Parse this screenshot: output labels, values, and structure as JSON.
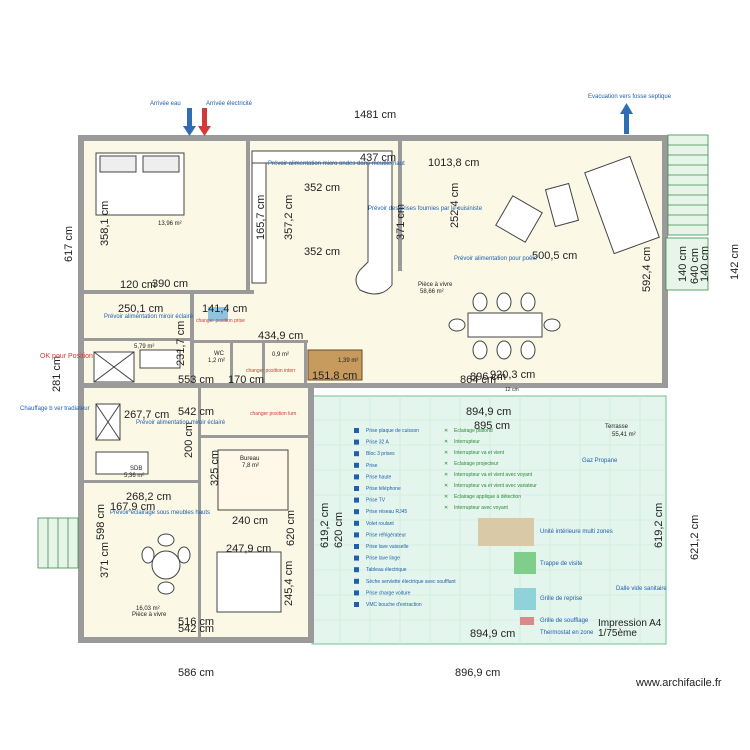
{
  "colors": {
    "wall": "#9a9a9a",
    "floor": "#fbf8e6",
    "terrace": "#e3f5ec",
    "grid": "#b8e3cb",
    "legend_blue": "#1f5fae",
    "legend_green": "#2a8a3a",
    "pipe_blue": "#2f6db5",
    "pipe_red": "#d23a3a",
    "stairs": "#7fbf8a"
  },
  "top": {
    "water_arrival": "Arrivée eau",
    "elec_arrival": "Arrivée électricité",
    "septic": "Evacuation vers fosse septique",
    "width_label": "1481 cm"
  },
  "dims": {
    "bottom_left": "586 cm",
    "bottom_right": "896,9 cm",
    "left_top": "617 cm",
    "left_mid": "281 cm",
    "left_bottom": "598 cm",
    "right_top": "142 cm",
    "right_bottom": "621,2 cm",
    "stair_w": "140 cm",
    "stair_h": "140 cm",
    "stair_inner": "640 cm",
    "room_358": "358,1 cm",
    "room_390": "390 cm",
    "room_120": "120 cm",
    "room_250": "250,1 cm",
    "room_141": "141,4 cm",
    "room_231": "231,7 cm",
    "room_170": "170 cm",
    "room_553": "553 cm",
    "room_434": "434,9 cm",
    "room_151": "151,8 cm",
    "room_352a": "352 cm",
    "room_352b": "352 cm",
    "room_357": "357,2 cm",
    "room_165": "165,7 cm",
    "room_437": "437 cm",
    "room_1013": "1013,8 cm",
    "room_252": "252,4 cm",
    "room_371a": "371 cm",
    "room_500": "500,5 cm",
    "room_592": "592,4 cm",
    "room_896": "896 cm",
    "room_920": "920,3 cm",
    "room_864": "864 cm",
    "room_267": "267,7 cm",
    "room_542a": "542 cm",
    "room_200": "200 cm",
    "room_268": "268,2 cm",
    "room_167": "167,9 cm",
    "room_325": "325 cm",
    "room_240": "240 cm",
    "room_247": "247,9 cm",
    "room_620a": "620 cm",
    "room_371b": "371 cm",
    "room_245": "245,4 cm",
    "room_516": "516 cm",
    "room_542b": "542 cm",
    "terr_894a": "894,9 cm",
    "terr_895": "895 cm",
    "terr_619a": "619,2 cm",
    "terr_620": "620 cm",
    "terr_619b": "619,2 cm",
    "terr_894b": "894,9 cm",
    "small_12": "12 cm"
  },
  "rooms": {
    "ch1_area": "13,96 m²",
    "sdb1_area": "5,79 m²",
    "wc_name": "WC",
    "wc_area": "1,2 m²",
    "rm09": "0,9 m²",
    "rm139": "1,39 m²",
    "piece_vivre_name": "Pièce à vivre",
    "piece_vivre_area": "58,66 m²",
    "terrasse_name": "Terrasse",
    "terrasse_area": "55,41 m²",
    "bureau_name": "Bureau",
    "bureau_area": "7,8 m²",
    "sdb2_name": "SDB",
    "sdb2_area": "5,36 m²",
    "pv2_area": "16,03 m²",
    "pv2_name": "Pièce à vivre"
  },
  "notes": {
    "alim1": "Prévoir alimentation miroir éclairé",
    "alim2": "Prévoir alimentation miroir éclairé",
    "alim3": "Prévoir éclairage sous meubles hauts",
    "poele": "Prévoir alimentation pour poêle",
    "prises_cuisine": "Prévoir des prises fournies par le cuisiniste",
    "micro_ondes": "Prévoir alimentation micro ondes dans meuble haut",
    "chauffage": "changer position prise",
    "changer2": "changer position interr",
    "changer3": "changer position lum",
    "chauffage_left": "Chauffage b ver tradiateur",
    "ok_position": "OK pour Position",
    "impression": "Impression A4",
    "echelle": "1/75ème",
    "gaz": "Gaz Propane",
    "dalle": "Dalle vide sanitaire",
    "archi": "www.archifacile.fr",
    "unite": "Unité intérieure multi zones",
    "trappe": "Trappe de visite",
    "reprise": "Grille de reprise",
    "soufflage": "Grille de soufflage",
    "thermostat": "Thermostat en zone"
  },
  "legend_left": [
    "Prise plaque de cuisson",
    "Prise 32 A",
    "Bloc 3 prises",
    "Prise",
    "Prise haute",
    "Prise téléphone",
    "Prise TV",
    "Prise réseau RJ45",
    "Volet roulant",
    "Prise réfrigérateur",
    "Prise lave vaisselle",
    "Prise lave linge",
    "Tableau électrique",
    "Sèche serviette électrique avec soufflant",
    "Prise charge voiture",
    "VMC bouche d'extraction"
  ],
  "legend_right": [
    "Eclairage plafond",
    "Interrupteur",
    "Interrupteur va et vient",
    "Eclairage projecteur",
    "Interrupteur va et vient avec voyant",
    "Interrupteur va et vient avec variateur",
    "Eclairage applique à détection",
    "Interrupteur avec voyant"
  ]
}
